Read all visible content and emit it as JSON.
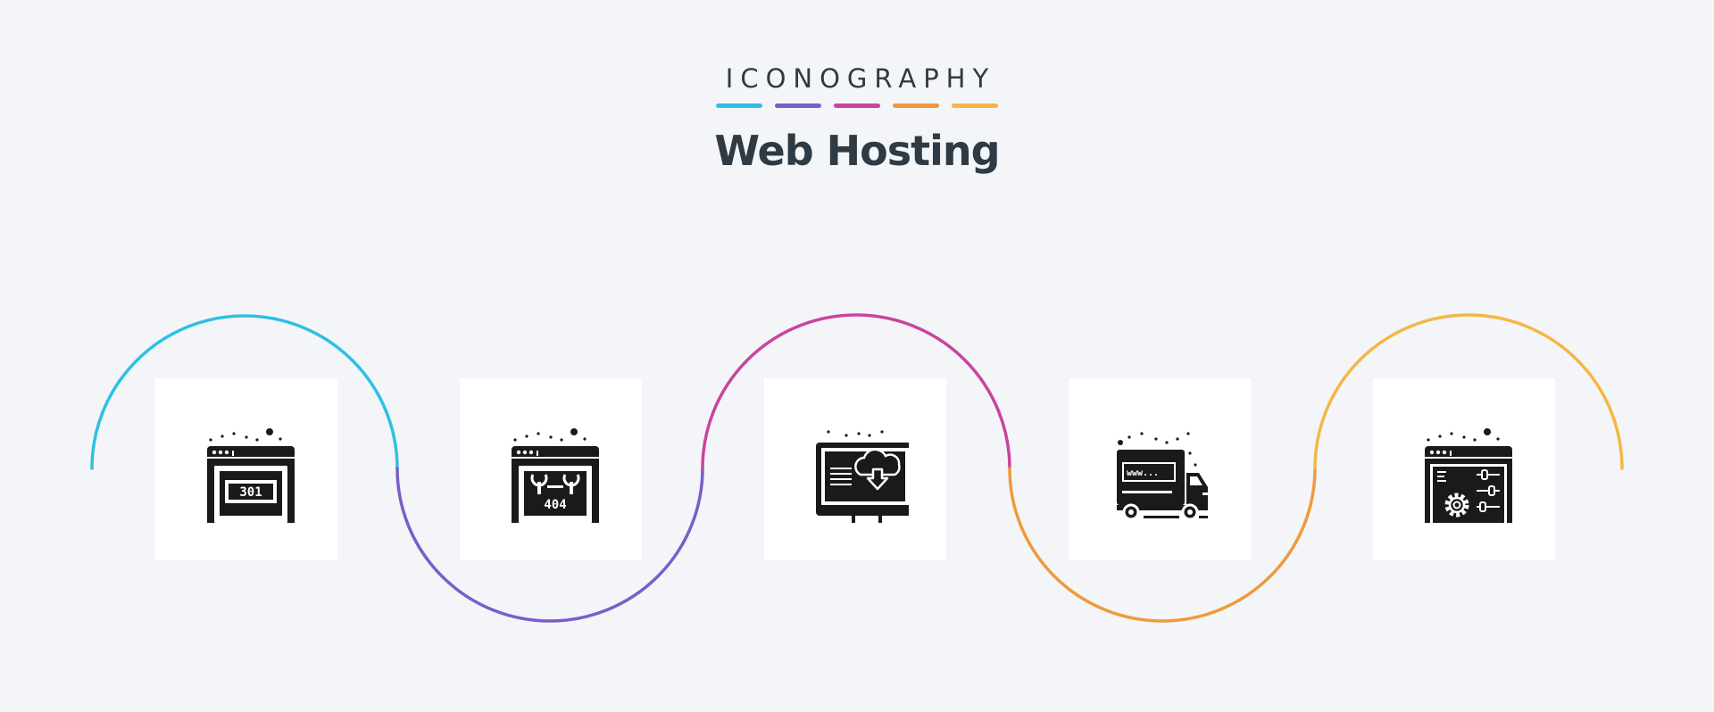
{
  "header": {
    "brand": "ICONOGRAPHY",
    "title": "Web Hosting",
    "accent_colors": [
      "#2ec0e4",
      "#7a5ec9",
      "#c9449d",
      "#ee9b3b",
      "#f5b743"
    ]
  },
  "wave_colors": [
    "#2ec0e4",
    "#7a5ec9",
    "#c9449d",
    "#ee9b3b",
    "#f5b743"
  ],
  "icons": [
    {
      "name": "redirect-301-browser-icon",
      "label": "301"
    },
    {
      "name": "error-404-repair-browser-icon",
      "label": "404"
    },
    {
      "name": "cloud-download-monitor-icon"
    },
    {
      "name": "www-delivery-truck-icon",
      "label": "www..."
    },
    {
      "name": "browser-settings-sliders-icon"
    }
  ]
}
